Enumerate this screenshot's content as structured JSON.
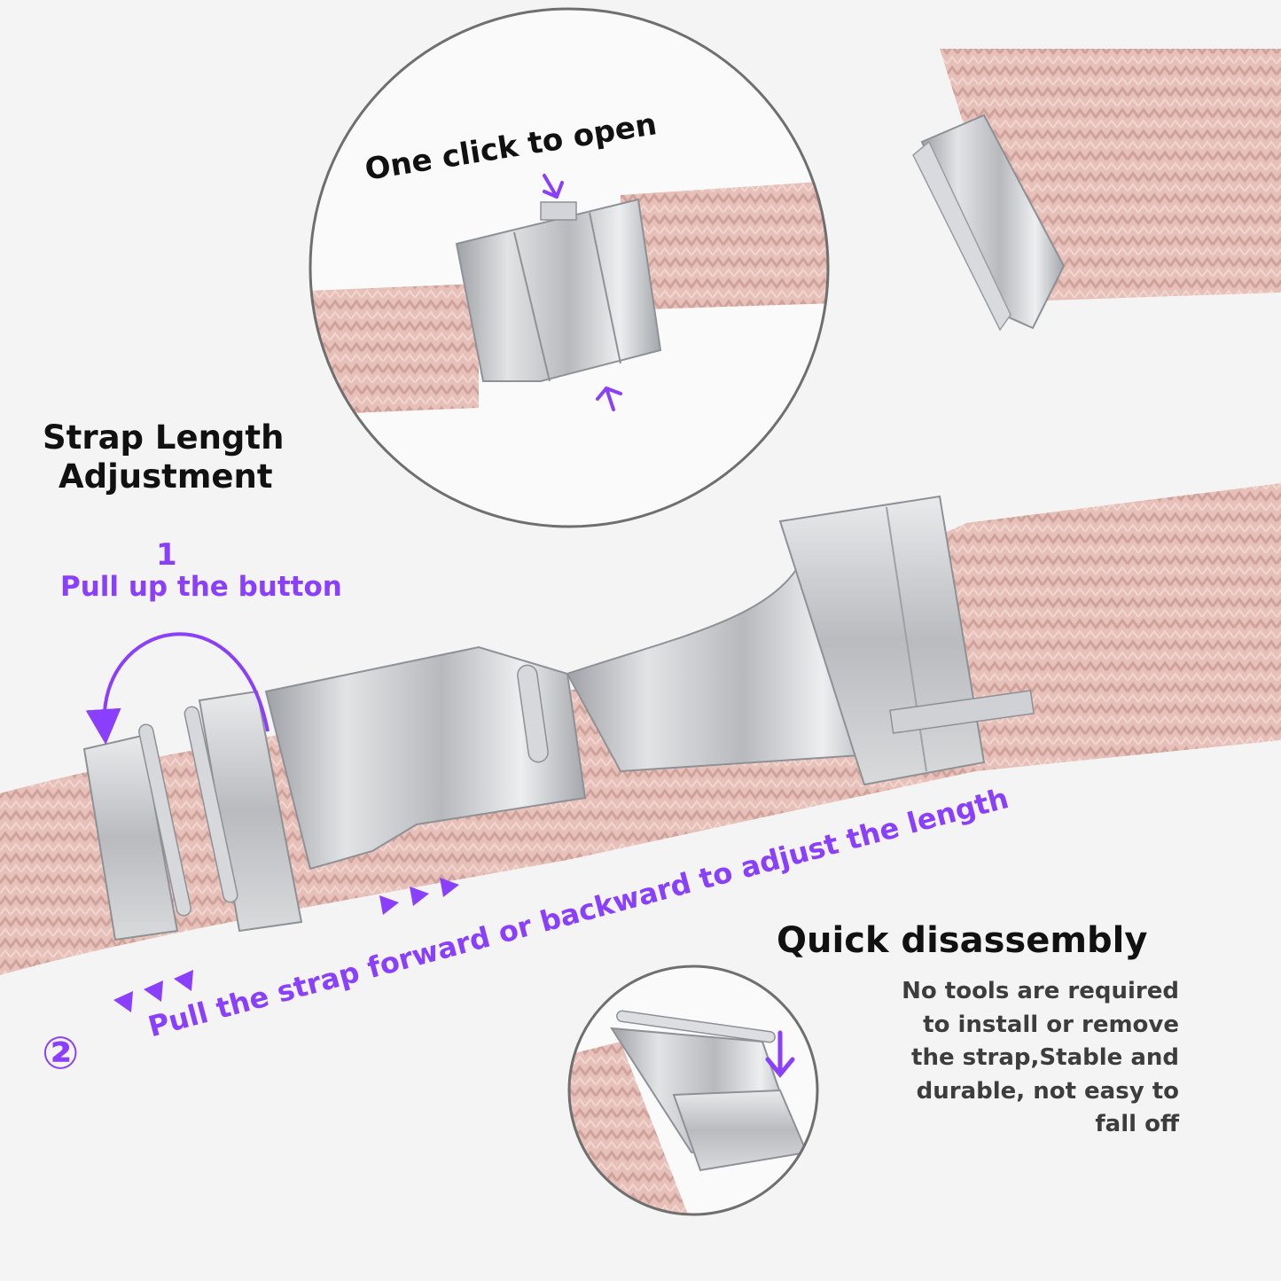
{
  "callouts": {
    "open": "One click to open",
    "strap_title_line1": "Strap Length",
    "strap_title_line2": "Adjustment",
    "step1_number": "1",
    "step1_label": "Pull up the button",
    "step2_number": "②",
    "step2_label": "Pull the strap forward or backward to adjust the length",
    "disassembly_title": "Quick disassembly",
    "disassembly_desc": [
      "No tools are required",
      "to install or remove",
      "the strap,Stable and",
      "durable, not easy to",
      "fall off"
    ]
  },
  "colors": {
    "accent": "#8a3ffc",
    "strap": "#e8c3bd",
    "metal": "#c7c9cc",
    "heading": "#111111",
    "body_text": "#3d3d3d",
    "background": "#f4f4f4"
  }
}
